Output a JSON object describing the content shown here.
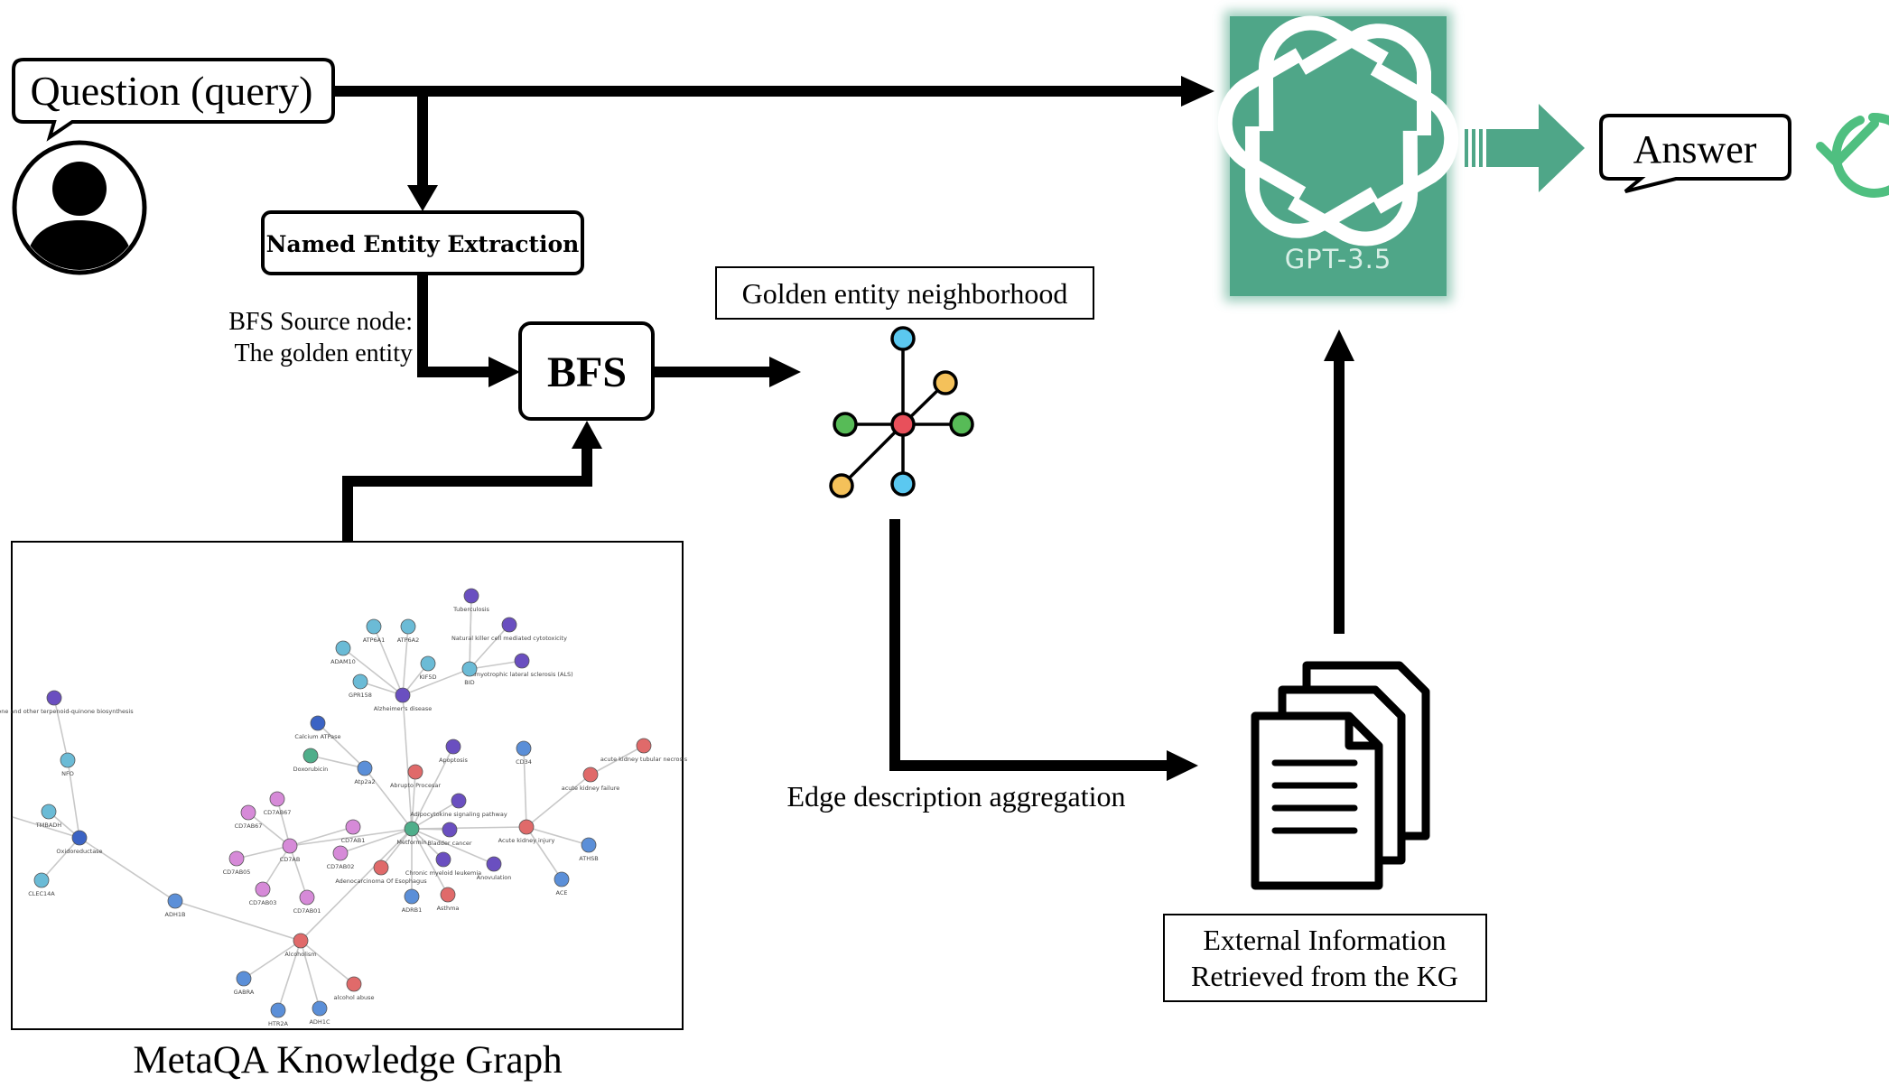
{
  "labels": {
    "question": "Question (query)",
    "ner": "Named Entity Extraction",
    "bfs_source_line1": "BFS Source node:",
    "bfs_source_line2": "The golden entity",
    "bfs": "BFS",
    "golden_neighborhood": "Golden entity neighborhood",
    "edge_aggregation": "Edge description aggregation",
    "external_line1": "External Information",
    "external_line2": "Retrieved from the KG",
    "gpt": "GPT-3.5",
    "answer": "Answer",
    "kg_caption": "MetaQA Knowledge Graph"
  },
  "colors": {
    "gpt_green": "#4fa688",
    "check_green": "#4fbf80",
    "arrow_green": "#4fa688",
    "node_red": "#e8505b",
    "node_blue": "#5bc8f0",
    "node_green": "#57bb57",
    "node_yellow": "#f4c15a"
  },
  "icons": [
    "user-icon",
    "openai-logo-icon",
    "checkmark-icon",
    "documents-icon",
    "neighborhood-graph-icon"
  ],
  "kg_graph": {
    "nodes": [
      {
        "label": "Tuberculosis",
        "color": "#6a4fc0"
      },
      {
        "label": "ATP6A1",
        "color": "#6bbbd6"
      },
      {
        "label": "ATP6A2",
        "color": "#6bbbd6"
      },
      {
        "label": "Natural killer cell mediated cytotoxicity",
        "color": "#6a4fc0"
      },
      {
        "label": "ADAM10",
        "color": "#6bbbd6"
      },
      {
        "label": "KIF5D",
        "color": "#6bbbd6"
      },
      {
        "label": "Amyotrophic lateral sclerosis (ALS)",
        "color": "#6a4fc0"
      },
      {
        "label": "GPR158",
        "color": "#6bbbd6"
      },
      {
        "label": "Alzheimer's disease",
        "color": "#6a4fc0"
      },
      {
        "label": "BID",
        "color": "#6bbbd6"
      },
      {
        "label": "Ubiquinone and other terpenoid-quinone biosynthesis",
        "color": "#6a4fc0"
      },
      {
        "label": "Calcium ATPase",
        "color": "#3b63c4"
      },
      {
        "label": "Apoptosis",
        "color": "#6a4fc0"
      },
      {
        "label": "CD34",
        "color": "#5b8fd8"
      },
      {
        "label": "acute kidney tubular necrosis",
        "color": "#e06a6a"
      },
      {
        "label": "NFO",
        "color": "#6bbbd6"
      },
      {
        "label": "Doxorubicin",
        "color": "#4fae8a"
      },
      {
        "label": "Atp2a2",
        "color": "#5b8fd8"
      },
      {
        "label": "Abrupto Procesar",
        "color": "#e06a6a"
      },
      {
        "label": "acute kidney failure",
        "color": "#e06a6a"
      },
      {
        "label": "CD7AB67",
        "color": "#d68ad8"
      },
      {
        "label": "Adipocytokine signaling pathway",
        "color": "#6a4fc0"
      },
      {
        "label": "CD7AB67",
        "color": "#d68ad8"
      },
      {
        "label": "CD7AB1",
        "color": "#d68ad8"
      },
      {
        "label": "Acute kidney injury",
        "color": "#e06a6a"
      },
      {
        "label": "TMBADH",
        "color": "#6bbbd6"
      },
      {
        "label": "Metformin",
        "color": "#4fae8a"
      },
      {
        "label": "Bladder cancer",
        "color": "#6a4fc0"
      },
      {
        "label": "Oxidoreductase",
        "color": "#3b63c4"
      },
      {
        "label": "CD7AB",
        "color": "#d68ad8"
      },
      {
        "label": "CD7AB02",
        "color": "#d68ad8"
      },
      {
        "label": "ATHSB",
        "color": "#5b8fd8"
      },
      {
        "label": "CD7AB05",
        "color": "#d68ad8"
      },
      {
        "label": "Chronic myeloid leukemia",
        "color": "#6a4fc0"
      },
      {
        "label": "Anovulation",
        "color": "#6a4fc0"
      },
      {
        "label": "Adenocarcinoma Of Esophagus",
        "color": "#e06a6a"
      },
      {
        "label": "CLEC14A",
        "color": "#6bbbd6"
      },
      {
        "label": "ACE",
        "color": "#5b8fd8"
      },
      {
        "label": "CD7AB03",
        "color": "#d68ad8"
      },
      {
        "label": "CD7AB01",
        "color": "#d68ad8"
      },
      {
        "label": "ADRB1",
        "color": "#5b8fd8"
      },
      {
        "label": "Asthma",
        "color": "#e06a6a"
      },
      {
        "label": "ADH1B",
        "color": "#5b8fd8"
      },
      {
        "label": "Alcoholism",
        "color": "#e06a6a"
      },
      {
        "label": "GABRA",
        "color": "#5b8fd8"
      },
      {
        "label": "alcohol abuse",
        "color": "#e06a6a"
      },
      {
        "label": "HTR2A",
        "color": "#5b8fd8"
      },
      {
        "label": "ADH1C",
        "color": "#5b8fd8"
      }
    ]
  }
}
